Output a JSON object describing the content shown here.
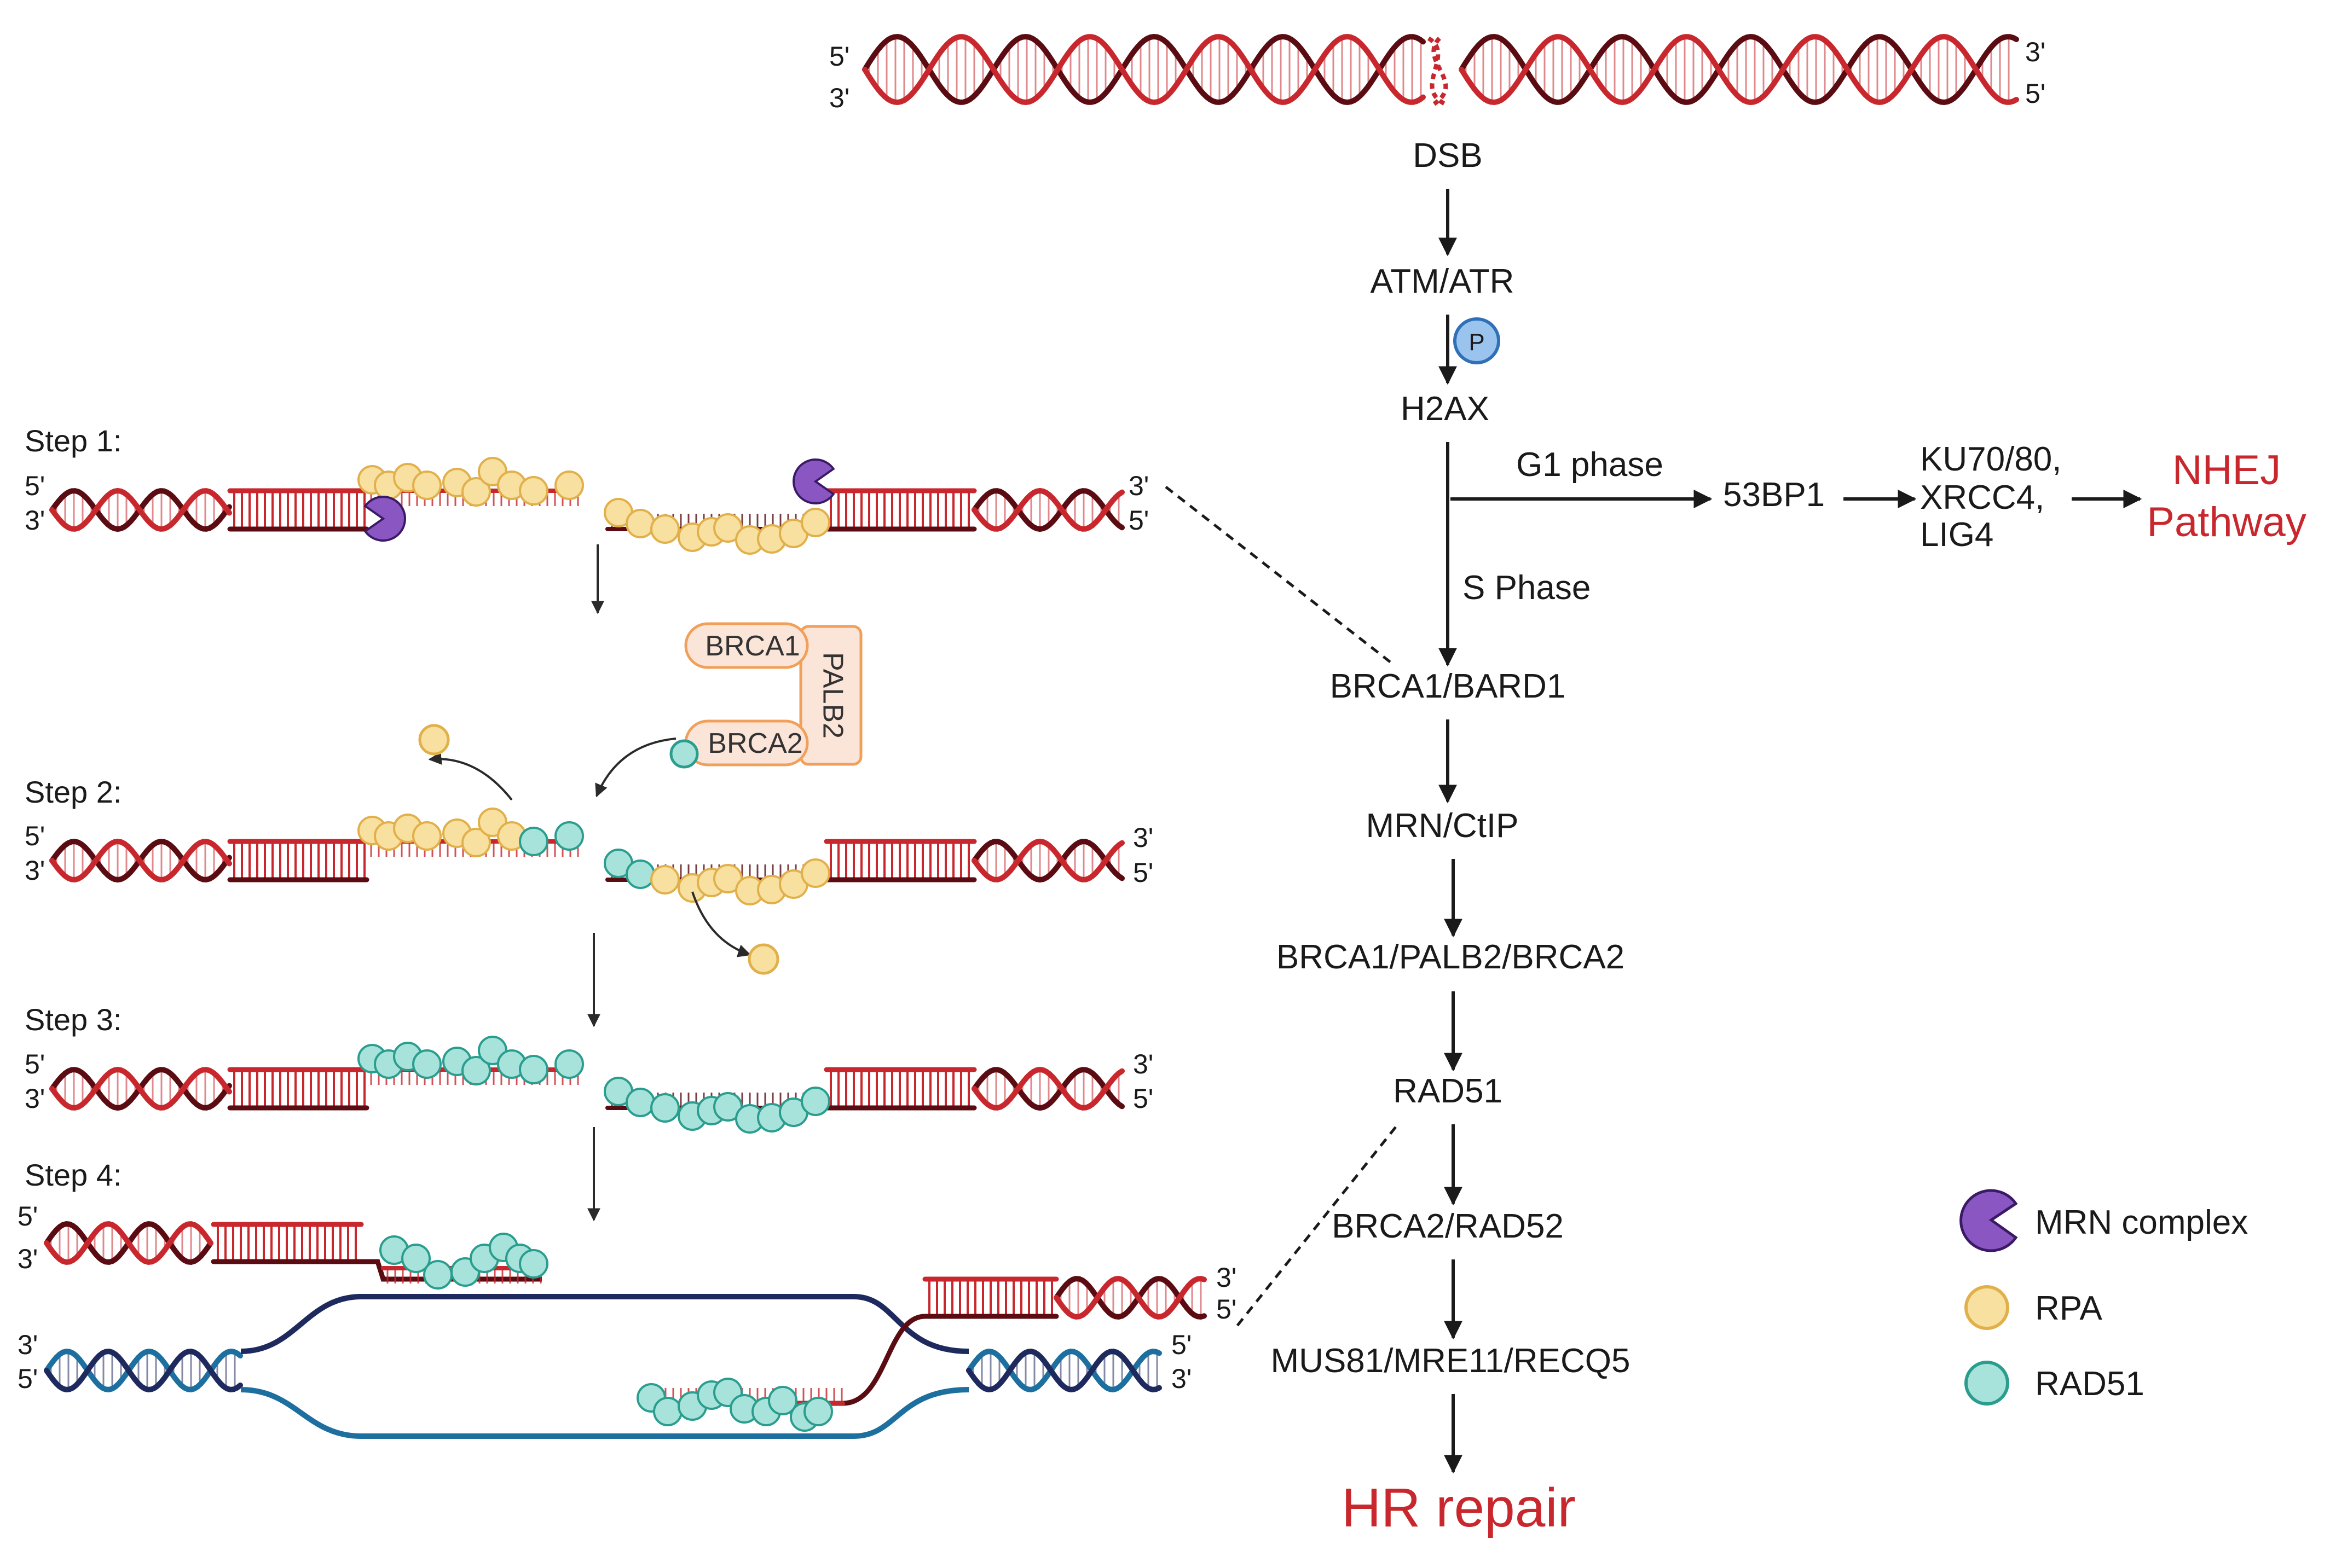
{
  "colors": {
    "dna_red": "#c8282d",
    "dna_dark": "#5a0c12",
    "dna_navy": "#1e2a5e",
    "dna_blue": "#1c6f9e",
    "rpa_fill": "#f7e0a0",
    "rpa_stroke": "#e2b04a",
    "rad51_fill": "#a7e3da",
    "rad51_stroke": "#2a9d8f",
    "mrn_fill": "#8a56c2",
    "brca_fill": "#fbe4d8",
    "brca_stroke": "#f0a05a",
    "pathway_text": "#c8282d",
    "phospho_fill": "#9ac4ee",
    "phospho_stroke": "#2f70b8"
  },
  "ends": {
    "five": "5'",
    "three": "3'"
  },
  "pathway": {
    "dsb": "DSB",
    "atm": "ATM/ATR",
    "phospho": "P",
    "h2ax": "H2AX",
    "g1_phase": "G1 phase",
    "bp53": "53BP1",
    "nhej_factors": [
      "KU70/80,",
      "XRCC4,",
      "LIG4"
    ],
    "nhej": [
      "NHEJ",
      "Pathway"
    ],
    "s_phase": "S Phase",
    "brca1_bard1": "BRCA1/BARD1",
    "mrn_ctip": "MRN/CtIP",
    "brca1_palb2_brca2": "BRCA1/PALB2/BRCA2",
    "rad51": "RAD51",
    "brca2_rad52": "BRCA2/RAD52",
    "mus81": "MUS81/MRE11/RECQ5",
    "hr_repair": "HR repair"
  },
  "steps": [
    "Step 1:",
    "Step 2:",
    "Step 3:",
    "Step 4:"
  ],
  "complex": {
    "brca1": "BRCA1",
    "brca2": "BRCA2",
    "palb2": "PALB2"
  },
  "legend": [
    {
      "label": "MRN complex",
      "icon": "mrn-pacman-icon"
    },
    {
      "label": "RPA",
      "icon": "rpa-circle-icon"
    },
    {
      "label": "RAD51",
      "icon": "rad51-circle-icon"
    }
  ]
}
